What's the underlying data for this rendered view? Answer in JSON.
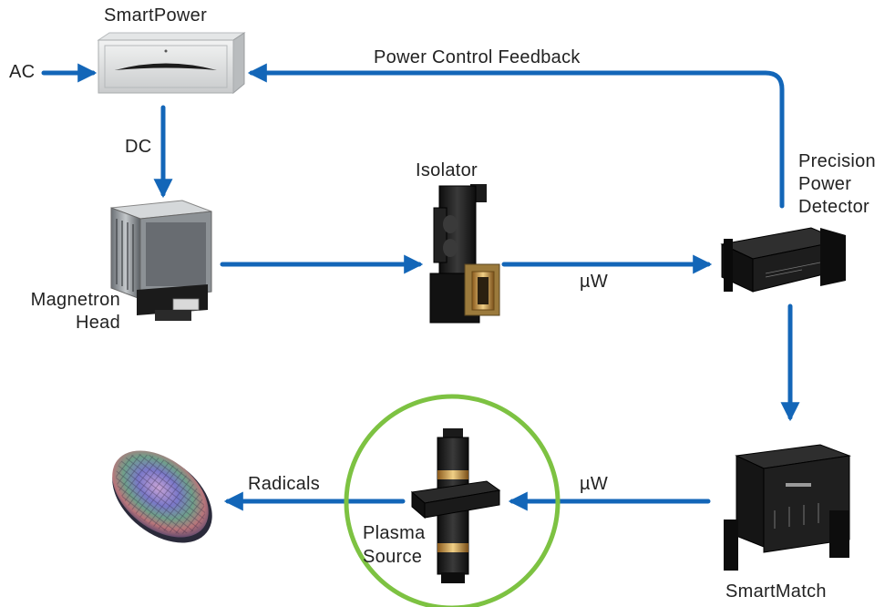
{
  "labels": {
    "smartpower": "SmartPower",
    "ac": "AC",
    "dc": "DC",
    "feedback": "Power Control Feedback",
    "isolator": "Isolator",
    "detector_line1": "Precision",
    "detector_line2": "Power",
    "detector_line3": "Detector",
    "magnetron_line1": "Magnetron",
    "magnetron_line2": "Head",
    "uw_top": "µW",
    "uw_bottom": "µW",
    "radicals": "Radicals",
    "plasma_line1": "Plasma",
    "plasma_line2": "Source",
    "smartmatch": "SmartMatch"
  },
  "colors": {
    "arrow": "#1366b8",
    "circle": "#7dc242",
    "text": "#222222"
  }
}
